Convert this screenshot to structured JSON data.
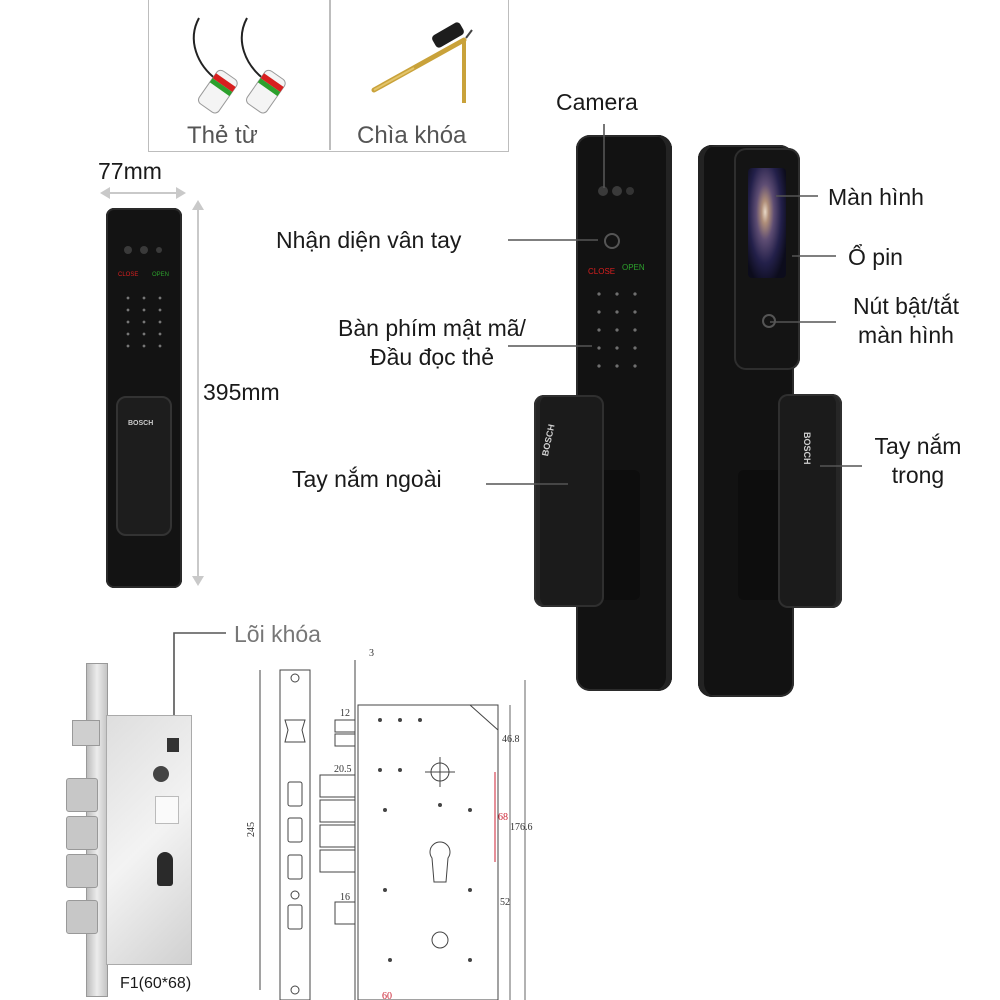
{
  "accessories": {
    "card_label": "Thẻ từ",
    "key_label": "Chìa khóa"
  },
  "dimensions": {
    "width": "77mm",
    "height": "395mm"
  },
  "front_labels": {
    "camera": "Camera",
    "fingerprint": "Nhận diện vân tay",
    "keypad_line1": "Bàn phím mật mã/",
    "keypad_line2": "Đầu đọc thẻ",
    "outer_handle": "Tay nắm ngoài"
  },
  "back_labels": {
    "screen": "Màn hình",
    "battery": "Ổ pin",
    "screen_button_line1": "Nút bật/tắt",
    "screen_button_line2": "màn hình",
    "inner_handle_line1": "Tay nắm",
    "inner_handle_line2": "trong"
  },
  "lock_core": {
    "label": "Lõi khóa",
    "model": "F1(60*68)"
  },
  "keypad": {
    "close": "CLOSE",
    "open": "OPEN"
  },
  "brand": "BOSCH",
  "tech_dims": {
    "d3": "3",
    "d12": "12",
    "d20_5": "20.5",
    "d16": "16",
    "d60": "60",
    "d46_8": "46.8",
    "d68": "68",
    "d176_6": "176.6",
    "d52": "52",
    "d245": "245"
  },
  "colors": {
    "lock_body": "#131313",
    "handle": "#1c1c1c",
    "accent_red": "#d81f1f",
    "accent_green": "#2ca02c",
    "dim_arrow": "#c9c9c9",
    "steel": "#d6d6d6"
  }
}
